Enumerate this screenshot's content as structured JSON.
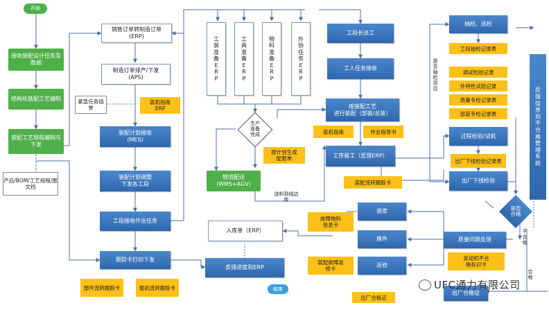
{
  "nodes": {
    "start": "开始",
    "receive_task": "接收装配设计任务及数据",
    "structuring": "结构化装配工艺编制",
    "process_issue": "装配工艺规程编制与下发",
    "doc_product_bom": "产品/BOM/工艺规程/图文档",
    "sales_to_mfg_order": "销售订单转制造订单\n(ERP)",
    "mfg_order_release": "制造订单排产/下发\n(APS)",
    "urgent_insert": "紧急任务插单",
    "assembly_guide_erp": "装机指南\nERP",
    "plan_receive": "装配计划接收\n(MES)",
    "plan_adjust": "装配计划调整\n下发各工段",
    "section_receive": "工段接收作业任务",
    "track_card_print": "跟踪卡打印下发",
    "part_flow_card": "部件流转跟踪卡",
    "whole_flow_card": "整机流转跟踪卡",
    "tool_prep": "工\n装\n准\n备\nE\nR\nP",
    "fixture_prep": "工\n具\n准\n备\nE\nR\nP",
    "material_prep": "物\n料\n准\n备\nE\nR\nP",
    "outsource_task": "外\n协\n任\n务\nE\nR\nP",
    "prod_ready_diamond": "生产\n准备\n完成",
    "plan_gen_pick": "按计划生成\n配套单",
    "material_delivery": "物流配送\n(WMS+AGV)",
    "to_line_side": "送料到线边\n库",
    "inbound_erp": "入库单（ERP）",
    "feedback_progress": "反馈进度到ERP",
    "end": "结束",
    "section_dispatch": "工段长派工",
    "worker_receive": "工人任务接收",
    "assemble_by_process": "按装配工艺\n进行装配（部装/总装）",
    "assembly_guide": "装机指南",
    "work_instruction": "作业指导书",
    "process_report": "工序报工（反馈ERP）",
    "assembly_track_card": "装配流转跟踪卡",
    "fault_material_card": "故障物料\n信息卡",
    "return_stock": "退库",
    "swap_part": "换件",
    "rework": "返修",
    "assembly_fault_card": "装配故障返\n修卡",
    "factory_cert": "出厂合格证",
    "spot_check": "抽检、巡检",
    "spot_check_record": "工段抽检记录表",
    "spot_check_item": "是\n否\n抽\n检\n项\n目",
    "debug_record": "调试检验记录",
    "appearance_record": "外特性试验记录",
    "quality_special_record": "质量专检记录表",
    "part_special_record": "部装专检记录表",
    "process_inspect": "过程检验/试机",
    "offline_record": "出厂下线检验记录表",
    "offline_inspect": "出厂下线检验",
    "qualified_diamond": "是否\n合格",
    "quality_feedback": "质量问题反馈",
    "engine_nonconform_card": "发动机不合\n格标识卡",
    "unqualified_label": "不\n合\n格",
    "qualified_label": "合\n格",
    "factory_qualified": "出厂合格证",
    "nonconform_mgmt": "反\n馈\n信\n息\n到\n不\n合\n格\n管\n理\n系\n统"
  },
  "watermark": "UFC通力有限公司",
  "colors": {
    "green": "#4fb04a",
    "blue": "#2f67ad",
    "yellow": "#fcc018",
    "line": "#4a6fa5"
  }
}
